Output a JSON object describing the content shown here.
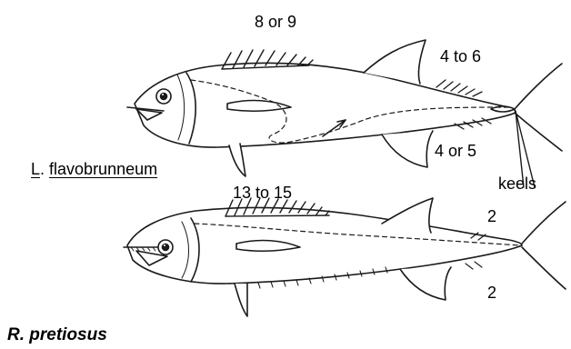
{
  "colors": {
    "line": "#1a1a1a",
    "fill": "#ffffff",
    "background": "#ffffff"
  },
  "labels": {
    "fish1_dorsal_finlets": "8 or 9",
    "fish1_upper_finlets": "4 to 6",
    "fish1_lower_finlets": "4 or 5",
    "keels": "keels",
    "fish2_dorsal_finlets": "13 to 15",
    "fish2_upper_finlets": "2",
    "fish2_lower_finlets": "2"
  },
  "species": {
    "fish1_genus": "L",
    "fish1_genus_dot": ". ",
    "fish1_epithet": "flavobrunneum",
    "fish2": "R. pretiosus"
  },
  "icons": [
    "fish-lepidocybium-drawing",
    "fish-ruvettus-drawing",
    "arrow-icon"
  ]
}
